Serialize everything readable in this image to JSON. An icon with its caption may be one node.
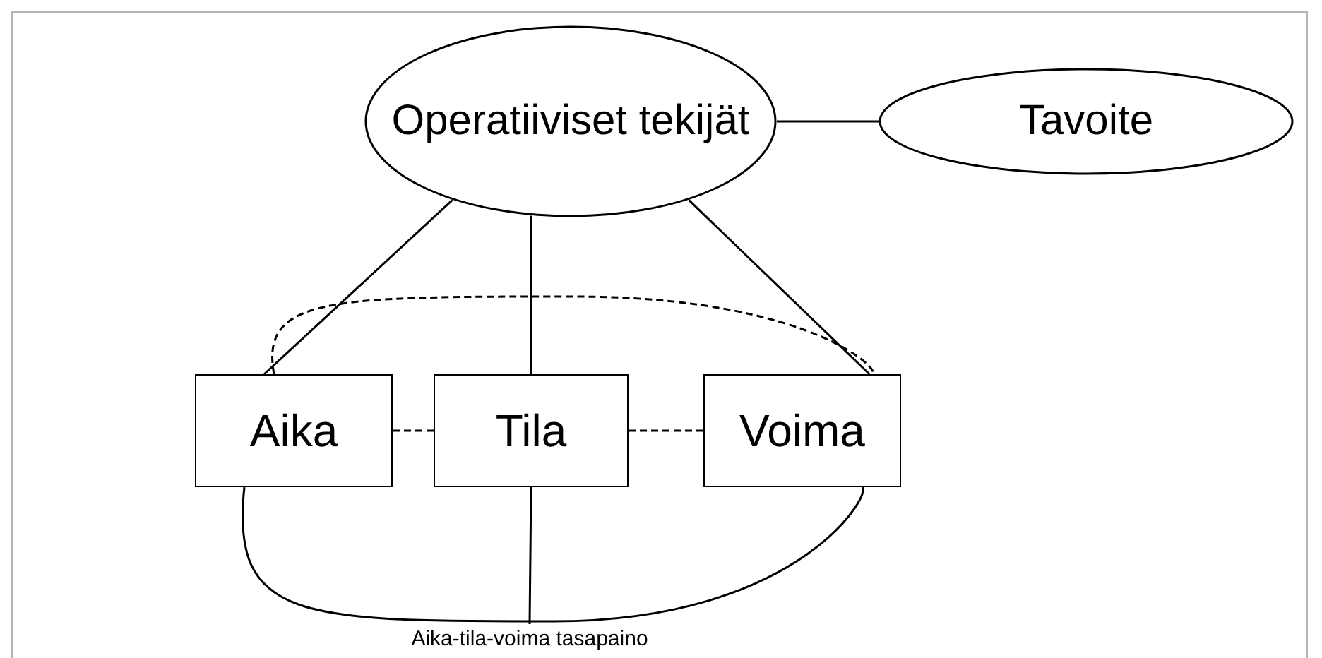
{
  "diagram": {
    "nodes": [
      {
        "text": [
          "Operatiiviset tekijät"
        ]
      },
      {
        "text": [
          "Tavoite"
        ]
      },
      {
        "text": [
          "Aika"
        ]
      },
      {
        "text": [
          "Tila"
        ]
      },
      {
        "text": [
          "Voima"
        ]
      },
      {
        "text": [
          "Aika-tila-voima tasapaino"
        ]
      }
    ],
    "edges": [
      {
        "from": 0,
        "to": 1,
        "arrow": "none"
      },
      {
        "from": 0,
        "to": 2,
        "arrow": "none"
      },
      {
        "from": 0,
        "to": 3,
        "arrow": "none"
      },
      {
        "from": 0,
        "to": 4,
        "arrow": "none"
      },
      {
        "from": 2,
        "to": 3,
        "arrow": "none",
        "style": "dashed"
      },
      {
        "from": 3,
        "to": 4,
        "arrow": "none",
        "style": "dashed"
      },
      {
        "from": 2,
        "to": 4,
        "arrow": "none",
        "style": "dashed"
      },
      {
        "from": 2,
        "to": 4,
        "arrow": "none"
      },
      {
        "from": 3,
        "to": 5,
        "arrow": "none"
      }
    ]
  }
}
